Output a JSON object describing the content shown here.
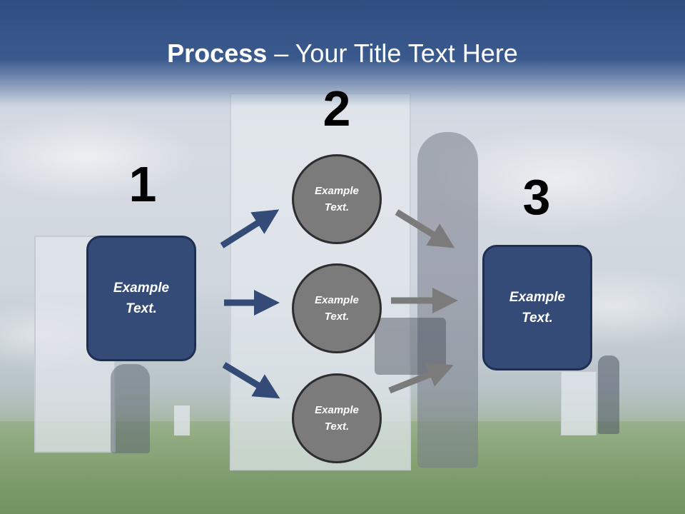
{
  "slide": {
    "title_bold": "Process",
    "title_rest": " – Your Title Text Here"
  },
  "steps": {
    "num_1": "1",
    "num_2": "2",
    "num_3": "3"
  },
  "boxes": {
    "left_text": "Example Text.",
    "right_text": "Example Text."
  },
  "circles": {
    "top_text": "Example Text.",
    "mid_text": "Example Text.",
    "bot_text": "Example Text."
  },
  "colors": {
    "title_bar": "#3a5a8e",
    "box_fill": "#344b78",
    "circle_fill": "#7b7b7b",
    "blue_arrow": "#344b78",
    "gray_arrow": "#7b7b7b"
  }
}
